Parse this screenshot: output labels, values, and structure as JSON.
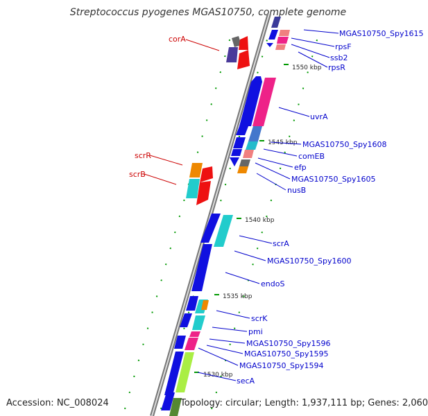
{
  "title": "Streptococcus pyogenes MGAS10750, complete genome",
  "footer": {
    "accession": "Accession: NC_008024",
    "topology": "Topology: circular; Length: 1,937,111 bp; Genes: 2,060"
  },
  "colors": {
    "backbone": "#888888",
    "label_forward": "#0000cc",
    "label_reverse": "#cc0000",
    "tick": "#009900"
  },
  "ticks": [
    "1550 kbp",
    "1545 kbp",
    "1540 kbp",
    "1535 kbp",
    "1530 kbp"
  ],
  "labels_right": [
    "MGAS10750_Spy1615",
    "rpsF",
    "ssb2",
    "rpsR",
    "uvrA",
    "MGAS10750_Spy1608",
    "comEB",
    "efp",
    "MGAS10750_Spy1605",
    "nusB",
    "scrA",
    "MGAS10750_Spy1600",
    "endoS",
    "scrK",
    "pmi",
    "MGAS10750_Spy1596",
    "MGAS10750_Spy1595",
    "MGAS10750_Spy1594",
    "secA"
  ],
  "labels_left": [
    "corA",
    "scrR",
    "scrB"
  ]
}
